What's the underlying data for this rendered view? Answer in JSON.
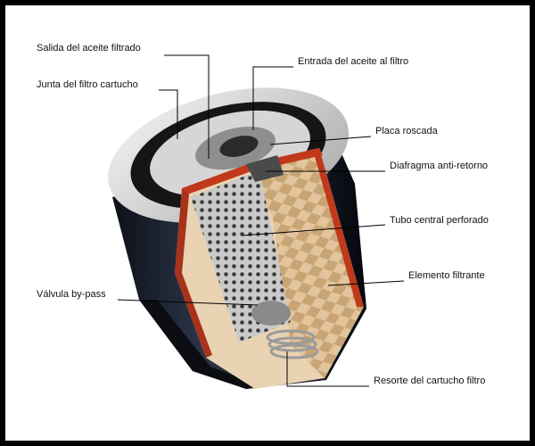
{
  "labels": {
    "salida": "Salida del aceite filtrado",
    "junta": "Junta del filtro cartucho",
    "entrada": "Entrada del aceite al filtro",
    "placa": "Placa roscada",
    "diafragma": "Diafragma anti-retorno",
    "tubo": "Tubo central perforado",
    "elemento": "Elemento filtrante",
    "valvula": "Válvula by-pass",
    "resorte": "Resorte del cartucho filtro"
  },
  "colors": {
    "frame": "#000000",
    "canister": "#1c2230",
    "cutaway": "#c0391b",
    "filter_paper": "#d8b98f",
    "gasket": "#111111",
    "perforated_tube": "#b5b5b5"
  }
}
